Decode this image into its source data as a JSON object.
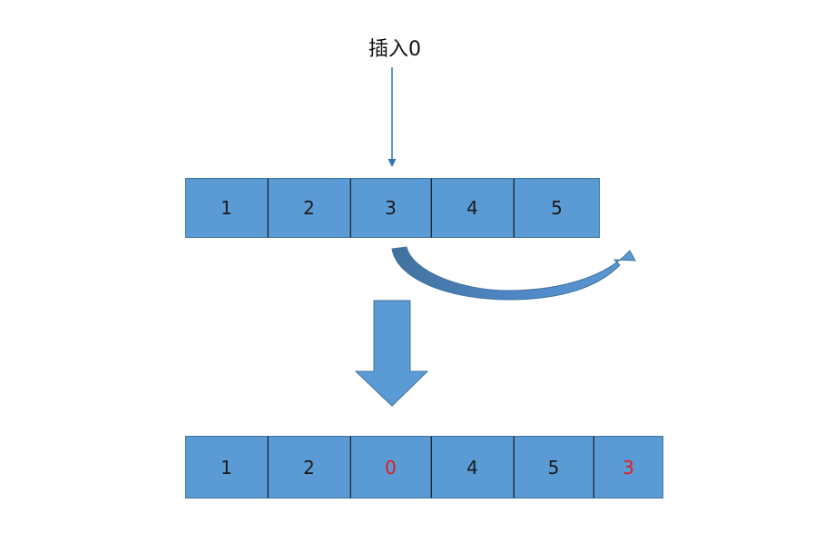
{
  "title": "插入0",
  "row_before": [
    "1",
    "2",
    "3",
    "4",
    "5"
  ],
  "row_after": [
    "1",
    "2",
    "0",
    "4",
    "5",
    "3"
  ],
  "highlight_color": "#e31a1a",
  "cell_color": "#5b9bd5"
}
